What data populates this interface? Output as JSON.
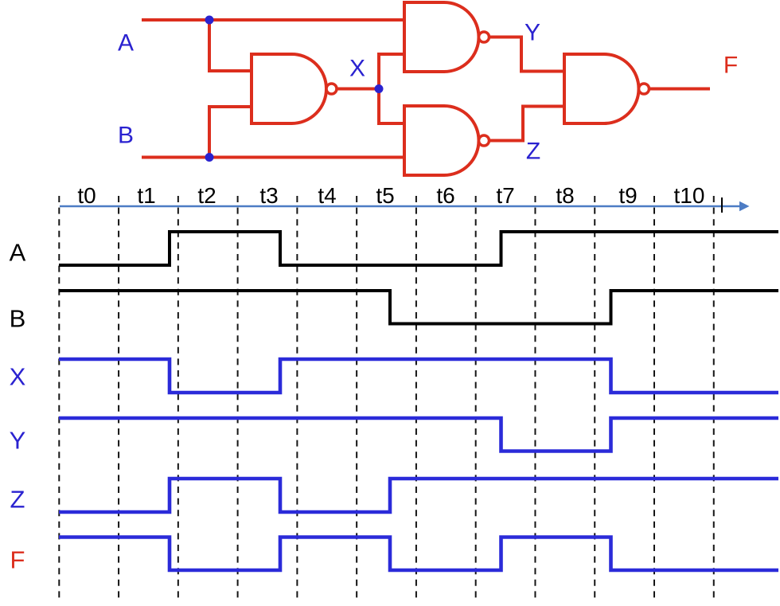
{
  "circuit": {
    "gate_type": "NAND",
    "labels": {
      "input_a": "A",
      "input_b": "B",
      "node_x": "X",
      "node_y": "Y",
      "node_z": "Z",
      "output_f": "F"
    },
    "colors": {
      "wire": "#dc2e1d",
      "label_blue": "#2a22d0",
      "label_red": "#dc2e1d",
      "junction": "#2a22cf"
    }
  },
  "chart_data": {
    "type": "line",
    "subtype": "digital-timing-diagram",
    "title": "",
    "x_tick_labels": [
      "t0",
      "t1",
      "t2",
      "t3",
      "t4",
      "t5",
      "t6",
      "t7",
      "t8",
      "t9",
      "t10"
    ],
    "x_intervals": 11,
    "grid": true,
    "axis_color": "#4d7cc4",
    "grid_color": "#141414",
    "tick_color": "#000000",
    "signals": [
      {
        "name": "A",
        "values": [
          0,
          0,
          1,
          1,
          0,
          0,
          0,
          1,
          1,
          1,
          1
        ],
        "wave_color": "#000000",
        "label_color": "#000000"
      },
      {
        "name": "B",
        "values": [
          1,
          1,
          1,
          1,
          1,
          0,
          0,
          0,
          0,
          1,
          1
        ],
        "wave_color": "#000000",
        "label_color": "#000000"
      },
      {
        "name": "X",
        "values": [
          1,
          1,
          0,
          0,
          1,
          1,
          1,
          1,
          1,
          0,
          0
        ],
        "wave_color": "#2b2bd9",
        "label_color": "#2a22d0"
      },
      {
        "name": "Y",
        "values": [
          1,
          1,
          1,
          1,
          1,
          1,
          1,
          0,
          0,
          1,
          1
        ],
        "wave_color": "#2b2bd9",
        "label_color": "#2a22d0"
      },
      {
        "name": "Z",
        "values": [
          0,
          0,
          1,
          1,
          0,
          1,
          1,
          1,
          1,
          1,
          1
        ],
        "wave_color": "#2b2bd9",
        "label_color": "#2a22d0"
      },
      {
        "name": "F",
        "values": [
          1,
          1,
          0,
          0,
          1,
          0,
          0,
          1,
          1,
          0,
          0
        ],
        "wave_color": "#2b2bd9",
        "label_color": "#dc2e1d"
      }
    ]
  }
}
